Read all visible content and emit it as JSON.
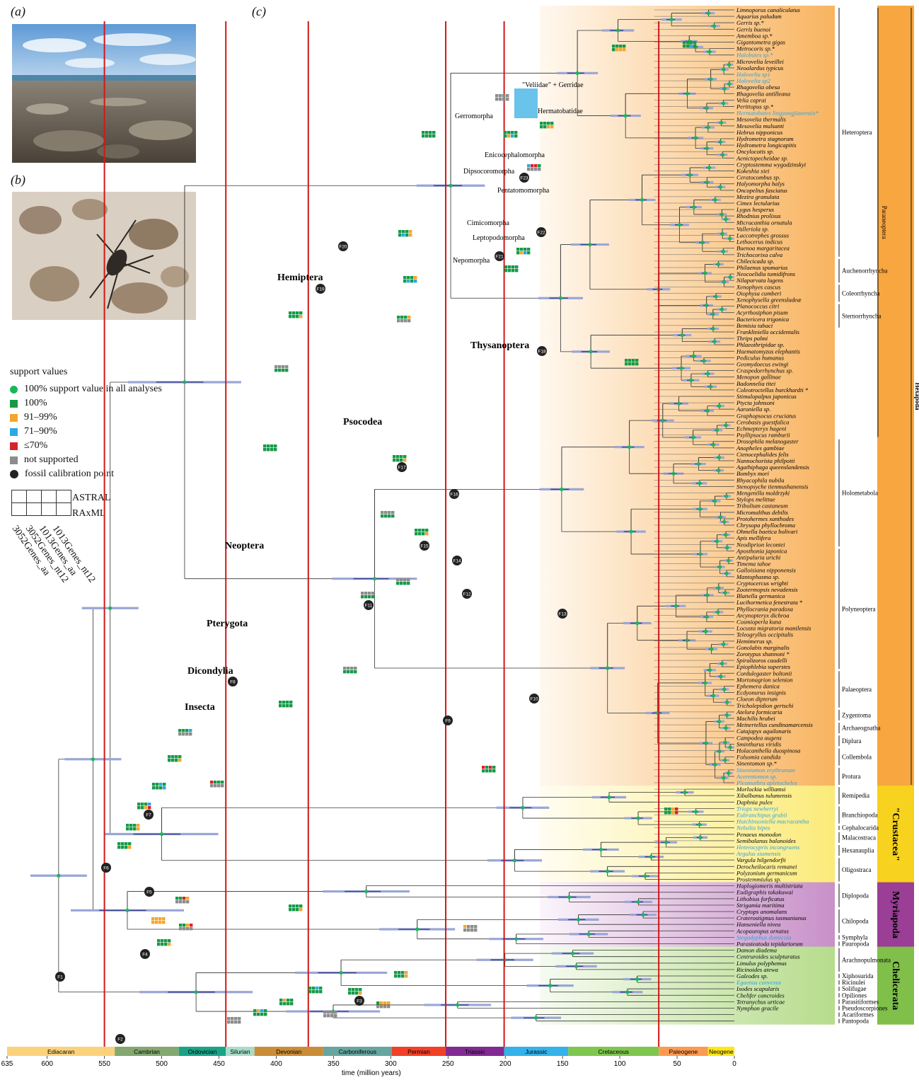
{
  "panels": {
    "a": "(a)",
    "b": "(b)",
    "c": "(c)"
  },
  "legend": {
    "title": "support values",
    "items": [
      {
        "key": "dot",
        "label": "100% support value in all analyses",
        "color": "#18b85a"
      },
      {
        "key": "sq",
        "label": "100%",
        "color": "#159a48"
      },
      {
        "key": "sq",
        "label": "91–99%",
        "color": "#f4a62a"
      },
      {
        "key": "sq",
        "label": "71–90%",
        "color": "#29a9e3"
      },
      {
        "key": "sq",
        "label": "≤70%",
        "color": "#d8222a"
      },
      {
        "key": "sq",
        "label": "not supported",
        "color": "#8c8c8c"
      },
      {
        "key": "fossil",
        "label": "fossil calibration point",
        "color": "#222222"
      }
    ],
    "grid_top": "ASTRAL",
    "grid_bottom": "RAxML",
    "columns": [
      "3052Genes_aa",
      "3052Genes_nt12",
      "1013Genes_aa",
      "1013Genes_nt12"
    ]
  },
  "species": [
    "Limnoporus canaliculatus",
    "Aquarius paludum",
    "Gerris sp.*",
    "Gerris buenoi",
    "Amemboa sp.*",
    "Gigantometra gigas",
    "Metrocoris sp.*",
    "Halobates sp.*",
    "Microvelia leveillei",
    "Neoalardus typicus",
    "Halovelia sp1",
    "Halovelia sp2",
    "Rhagovelia obesa",
    "Rhagovelia antilleana",
    "Velia caprai",
    "Perittopus sp.*",
    "Hermatobates lingyangjiaoensis*",
    "Mesovelia thermalis",
    "Mesovelia mulsanti",
    "Hebrus nipponicus",
    "Hydrometra stagnorum",
    "Hydrometra longicapitis",
    "Oncylocotis sp.",
    "Aenictopecheidae sp.",
    "Cryptostemma wygodzinskyi",
    "Kokeshia xiei",
    "Ceratocombus sp.",
    "Halyomorpha halys",
    "Oncopeltus fasciatus",
    "Mezira granulata",
    "Cimex lectularius",
    "Lygus hesperus",
    "Rhodnius prolixus",
    "Micracanthia ornatula",
    "Valleriola sp.",
    "Laccotrephes grossus",
    "Lethocerus indicus",
    "Buenoa margaritacea",
    "Trichocorixa calva",
    "Chilecicada sp.",
    "Philaenus spumarius",
    "Neocoelidia tumidifrons",
    "Nilaparvata lugens",
    "Xenophyes cascus",
    "Oiophysa cumberi",
    "Xenophysella greensladeæ",
    "Planococcus citri",
    "Acyrthosiphon pisum",
    "Bactericera trigonica",
    "Bemisia tabaci",
    "Frankliniella occidentalis",
    "Thrips palmi",
    "Phlaeothripidae sp.",
    "Haematomyzus elephantis",
    "Pediculus humanus",
    "Geomydoecus ewingi",
    "Craspedorrhynchus sp.",
    "Menopon gallinae",
    "Badonnelia titei",
    "Coleotroctellus burckhardti *",
    "Stimulopalpus japonicus",
    "Ptycta johnsoni",
    "Aaroniella sp.",
    "Graphopsocus cruciatus",
    "Cerobasis guestfalica",
    "Echmepteryx hageni",
    "Psyllipsocus ramburii",
    "Drosophila melanogaster",
    "Anopheles gambiae",
    "Ctenocephalides felis",
    "Nannochorista philpotti",
    "Agathiphaga queenslandensis",
    "Bombyx mori",
    "Rhyacophila nubila",
    "Stenopsyche tienmushanensis",
    "Mengenilla moldrzyki",
    "Stylops melittae",
    "Tribolium castaneum",
    "Micromalthus debilis",
    "Protohermes xanthodes",
    "Chrysopa phyllochroma",
    "Ohmella baetica bolivari",
    "Apis mellifera",
    "Neodiprion lecontei",
    "Aposthonia japonica",
    "Antipaluria urichi",
    "Timema tahoe",
    "Galloisiana nipponensis",
    "Mantophasma sp.",
    "Cryptocercus wrighti",
    "Zootermopsis nevadensis",
    "Blattella germanica",
    "Lucihormetica fenestrata *",
    "Phyllocrania paradoxa",
    "Arcynopteryx dichroa",
    "Cosmioperla kuna",
    "Locusta migratoria manilensis",
    "Teleogryllus occipitalis",
    "Hemimerus sp.",
    "Gonolabis marginalis",
    "Zorotypus shannoni *",
    "Spiralizoros caudelli",
    "Epiophlebia superstes",
    "Cordulegaster boltonii",
    "Mortonagrion selenion",
    "Ephemera danica",
    "Ecdyonurus insignis",
    "Cloeon dipterum",
    "Tricholepidion gertschi",
    "Atelura formicaria",
    "Machilis hrabei",
    "Meinertellus cundinamarcensis",
    "Catajapyx aquilonaris",
    "Campodea augens",
    "Sminthurus viridis",
    "Holacanthella duospinosa",
    "Folsomia candida",
    "Sinentomon sp.*",
    "Sinentomon erythranum",
    "Acerentomon sp.",
    "Pleomothra apletocheles",
    "Morlockia williamsi",
    "Xibalbanus tulumensis",
    "Daphnia pulex",
    "Triops newberryi",
    "Eubranchipus grubii",
    "Hutchinsoniella macracantha",
    "Nebalia bipes",
    "Penaeus monodon",
    "Semibalanus balanoides",
    "Heterocypris incongruens",
    "Argulus siamensis",
    "Vargula hilgendorfii",
    "Derocheilocaris remanei",
    "Polyzonium germanicum",
    "Prostemmiulus sp.",
    "Haplogiomeris multistriata",
    "Eudigraphis takakuwai",
    "Lithobius forficatus",
    "Strigamia maritima",
    "Cryptops anomalans",
    "Craterostigmus tasmanianus",
    "Hanseniella nivea",
    "Acopauropus ornatus",
    "Stegodyphus dumicola",
    "Parasteatoda tepidariorum",
    "Damon diadema",
    "Centruroides sculpturatus",
    "Limulus polyphemus",
    "Ricinoides atewa",
    "Galeodes sp.",
    "Egaenus convexus",
    "Ixodes scapularis",
    "Chelifer cancroides",
    "Tetranychus urticae",
    "Nymphon gracile"
  ],
  "blue_species": [
    7,
    10,
    11,
    16,
    118,
    119,
    120,
    124,
    125,
    126,
    127,
    130,
    131,
    144,
    151
  ],
  "groups": [
    {
      "label": "Heteroptera",
      "from": 0,
      "to": 38
    },
    {
      "label": "Auchenorrhyncha",
      "from": 39,
      "to": 42
    },
    {
      "label": "Coleorrhyncha",
      "from": 43,
      "to": 45
    },
    {
      "label": "Sternorrhyncha",
      "from": 46,
      "to": 49
    },
    {
      "label": "Holometabola",
      "from": 67,
      "to": 83
    },
    {
      "label": "Polyneoptera",
      "from": 84,
      "to": 102
    },
    {
      "label": "Palaeoptera",
      "from": 103,
      "to": 108
    },
    {
      "label": "Zygentoma",
      "from": 109,
      "to": 110
    },
    {
      "label": "Archaeognatha",
      "from": 111,
      "to": 112
    },
    {
      "label": "Diplura",
      "from": 113,
      "to": 114
    },
    {
      "label": "Collembola",
      "from": 115,
      "to": 117
    },
    {
      "label": "Protura",
      "from": 118,
      "to": 120
    },
    {
      "label": "Remipedia",
      "from": 121,
      "to": 123
    },
    {
      "label": "Branchiopoda",
      "from": 124,
      "to": 126
    },
    {
      "label": "Cephalocarida",
      "from": 127,
      "to": 127
    },
    {
      "label": "Malacostraca",
      "from": 128,
      "to": 129
    },
    {
      "label": "Hexanauplia",
      "from": 130,
      "to": 131
    },
    {
      "label": "Oligostraca",
      "from": 132,
      "to": 135
    },
    {
      "label": "Diplopoda",
      "from": 136,
      "to": 139
    },
    {
      "label": "Chilopoda",
      "from": 140,
      "to": 143
    },
    {
      "label": "Symphyla",
      "from": 144,
      "to": 144
    },
    {
      "label": "Pauropoda",
      "from": 145,
      "to": 145
    },
    {
      "label": "Arachnopulmonata",
      "from": 146,
      "to": 149
    },
    {
      "label": "Xiphosurida",
      "from": 150,
      "to": 150
    },
    {
      "label": "Ricinulei",
      "from": 151,
      "to": 151
    },
    {
      "label": "Solifugae",
      "from": 152,
      "to": 152
    },
    {
      "label": "Opiliones",
      "from": 153,
      "to": 153
    },
    {
      "label": "Parasitiformes",
      "from": 154,
      "to": 154
    },
    {
      "label": "Pseudoscorpiones",
      "from": 155,
      "to": 155
    },
    {
      "label": "Acariformes",
      "from": 156,
      "to": 156
    },
    {
      "label": "Pantopoda",
      "from": 157,
      "to": 157
    }
  ],
  "superclades": [
    {
      "label": "Paraneoptera",
      "from": 0,
      "to": 66
    },
    {
      "label": "Hexapoda",
      "from": 0,
      "to": 120
    }
  ],
  "bands": [
    {
      "label": "\"Crustacea\"",
      "from": 121,
      "to": 135,
      "color": "#f7d21e"
    },
    {
      "label": "Myriapoda",
      "from": 136,
      "to": 145,
      "color": "#9a3e96"
    },
    {
      "label": "Chelicerata",
      "from": 146,
      "to": 157,
      "color": "#7fbf4a"
    }
  ],
  "clade_labels": {
    "hemiptera": "Hemiptera",
    "thysanoptera": "Thysanoptera",
    "psocodea": "Psocodea",
    "neoptera": "Neoptera",
    "pterygota": "Pterygota",
    "dicondylia": "Dicondylia",
    "insecta": "Insecta",
    "gerromorpha": "Gerromorpha",
    "veliidae": "\"Veliidae\" + Gerridae",
    "hermatobatidae": "Hermatobatidae",
    "enicocephalomorpha": "Enicocephalomorpha",
    "dipsocoromorpha": "Dipsocoromorpha",
    "pentatomomorpha": "Pentatomomorpha",
    "cimicomorpha": "Cimicomorpha",
    "leptopodomorpha": "Leptopodomorpha",
    "nepomorpha": "Nepomorpha"
  },
  "fossils": [
    "F1",
    "F2",
    "F3",
    "F4",
    "F5",
    "F6",
    "F7",
    "F8",
    "F9",
    "F10",
    "F11",
    "F12",
    "F13",
    "F14",
    "F15",
    "F16",
    "F17",
    "F18",
    "F19",
    "F20",
    "F21",
    "F22",
    "F23"
  ],
  "periods": [
    "Ediacaran",
    "Cambrian",
    "Ordovician",
    "Silurian",
    "Devonian",
    "Carboniferous",
    "Permian",
    "Triassic",
    "Jurassic",
    "Cretaceous",
    "Paleogene",
    "Neogene"
  ],
  "period_bounds": [
    635,
    541,
    485,
    444,
    419,
    359,
    299,
    252,
    201,
    145,
    66,
    23,
    0
  ],
  "period_colors": [
    "#fbd27c",
    "#84a870",
    "#1aa386",
    "#a8ddc8",
    "#cb8c37",
    "#67a5a0",
    "#f04028",
    "#812b92",
    "#34b2e9",
    "#7fc64e",
    "#fd9a52",
    "#ffe619"
  ],
  "ticks": [
    635,
    600,
    550,
    500,
    450,
    400,
    350,
    300,
    250,
    200,
    150,
    100,
    50,
    0
  ],
  "axis_label": "time (million years)",
  "red_lines": [
    550,
    444,
    372,
    252,
    201,
    66
  ]
}
